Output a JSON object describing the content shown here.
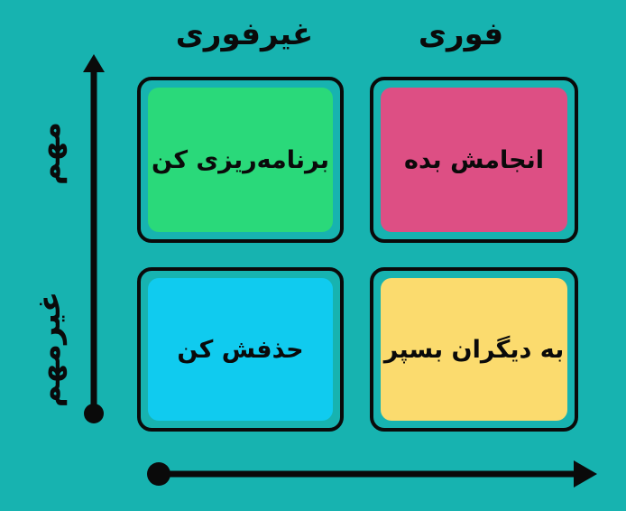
{
  "columns": {
    "urgent": "فوری",
    "not_urgent": "غیرفوری"
  },
  "rows": {
    "important": "مهم",
    "not_important": "غیرمهم"
  },
  "quadrants": {
    "do": {
      "label": "انجامش بده",
      "color": "#dd4f84"
    },
    "schedule": {
      "label": "برنامه‌ریزی کن",
      "color": "#2ad97a"
    },
    "delegate": {
      "label": "به دیگران بسپر",
      "color": "#fbdb6e"
    },
    "delete": {
      "label": "حذفش کن",
      "color": "#10cbef"
    }
  },
  "colors": {
    "background": "#17b3b0",
    "stroke": "#0a0a0a"
  }
}
